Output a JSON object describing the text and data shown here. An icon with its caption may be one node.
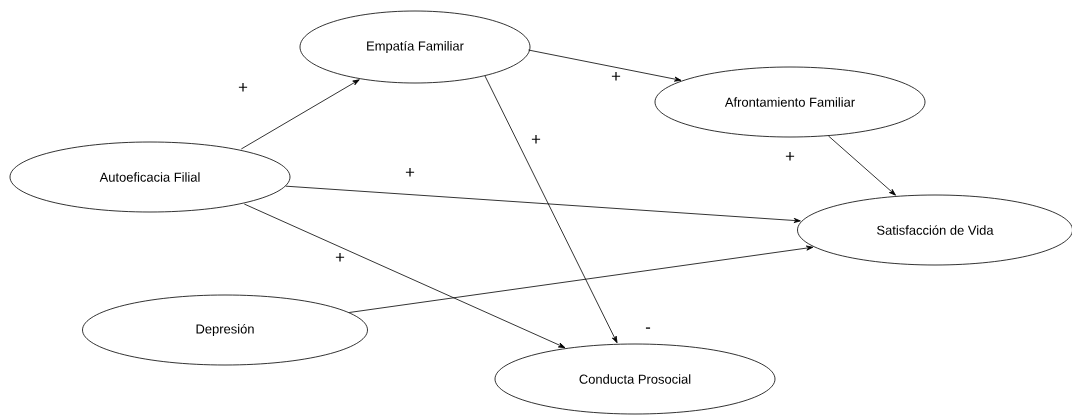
{
  "diagram": {
    "nodes": [
      {
        "text": [
          "Autoeficacia Filial"
        ]
      },
      {
        "text": [
          "Empatía Familiar"
        ]
      },
      {
        "text": [
          "Afrontamiento Familiar"
        ]
      },
      {
        "text": [
          "Satisfacción de Vida"
        ]
      },
      {
        "text": [
          "Depresión"
        ]
      },
      {
        "text": [
          "Conducta Prosocial"
        ]
      }
    ],
    "edges": [
      {
        "from": 0,
        "to": 1,
        "arrow": "to",
        "label": "+"
      },
      {
        "from": 1,
        "to": 2,
        "arrow": "to",
        "label": "+"
      },
      {
        "from": 1,
        "to": 5,
        "arrow": "to",
        "label": "+"
      },
      {
        "from": 0,
        "to": 3,
        "arrow": "to",
        "label": "+"
      },
      {
        "from": 2,
        "to": 3,
        "arrow": "to",
        "label": "+"
      },
      {
        "from": 0,
        "to": 5,
        "arrow": "to",
        "label": "+"
      },
      {
        "from": 4,
        "to": 3,
        "arrow": "to"
      }
    ],
    "labels": [
      "-"
    ]
  }
}
